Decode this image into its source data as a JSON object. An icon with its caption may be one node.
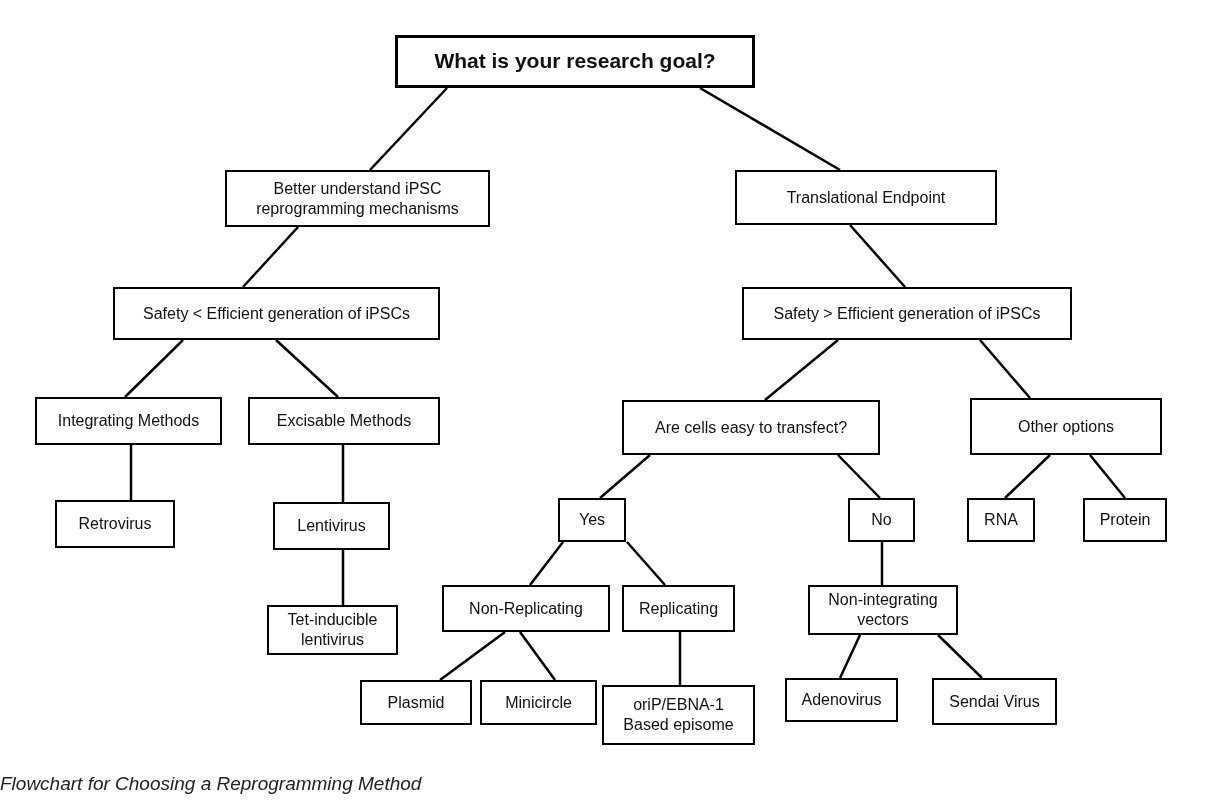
{
  "diagram": {
    "caption": "Flowchart for Choosing a Reprogramming Method",
    "nodes": [
      {
        "text": [
          "What is your research goal?"
        ]
      },
      {
        "text": [
          "Better understand iPSC reprogramming mechanisms"
        ]
      },
      {
        "text": [
          "Translational Endpoint"
        ]
      },
      {
        "text": [
          "Safety < Efficient generation of iPSCs"
        ]
      },
      {
        "text": [
          "Safety > Efficient generation of iPSCs"
        ]
      },
      {
        "text": [
          "Integrating Methods"
        ]
      },
      {
        "text": [
          "Excisable Methods"
        ]
      },
      {
        "text": [
          "Are cells easy to transfect?"
        ]
      },
      {
        "text": [
          "Other options"
        ]
      },
      {
        "text": [
          "Retrovirus"
        ]
      },
      {
        "text": [
          "Lentivirus"
        ]
      },
      {
        "text": [
          "Yes"
        ]
      },
      {
        "text": [
          "No"
        ]
      },
      {
        "text": [
          "RNA"
        ]
      },
      {
        "text": [
          "Protein"
        ]
      },
      {
        "text": [
          "Tet-inducible lentivirus"
        ]
      },
      {
        "text": [
          "Non-Replicating"
        ]
      },
      {
        "text": [
          "Replicating"
        ]
      },
      {
        "text": [
          "Non-integrating vectors"
        ]
      },
      {
        "text": [
          "Plasmid"
        ]
      },
      {
        "text": [
          "Minicircle"
        ]
      },
      {
        "text": [
          "oriP/EBNA-1 Based episome"
        ]
      },
      {
        "text": [
          "Adenovirus"
        ]
      },
      {
        "text": [
          "Sendai Virus"
        ]
      }
    ],
    "edges": [
      {
        "from": 0,
        "to": 1,
        "arrow": "none"
      },
      {
        "from": 0,
        "to": 2,
        "arrow": "none"
      },
      {
        "from": 1,
        "to": 3,
        "arrow": "none"
      },
      {
        "from": 2,
        "to": 4,
        "arrow": "none"
      },
      {
        "from": 3,
        "to": 5,
        "arrow": "none"
      },
      {
        "from": 3,
        "to": 6,
        "arrow": "none"
      },
      {
        "from": 4,
        "to": 7,
        "arrow": "none"
      },
      {
        "from": 4,
        "to": 8,
        "arrow": "none"
      },
      {
        "from": 5,
        "to": 9,
        "arrow": "none"
      },
      {
        "from": 6,
        "to": 10,
        "arrow": "none"
      },
      {
        "from": 7,
        "to": 11,
        "arrow": "none"
      },
      {
        "from": 7,
        "to": 12,
        "arrow": "none"
      },
      {
        "from": 8,
        "to": 13,
        "arrow": "none"
      },
      {
        "from": 8,
        "to": 14,
        "arrow": "none"
      },
      {
        "from": 10,
        "to": 15,
        "arrow": "none"
      },
      {
        "from": 11,
        "to": 16,
        "arrow": "none"
      },
      {
        "from": 11,
        "to": 17,
        "arrow": "none"
      },
      {
        "from": 12,
        "to": 18,
        "arrow": "none"
      },
      {
        "from": 16,
        "to": 19,
        "arrow": "none"
      },
      {
        "from": 16,
        "to": 20,
        "arrow": "none"
      },
      {
        "from": 17,
        "to": 21,
        "arrow": "none"
      },
      {
        "from": 18,
        "to": 22,
        "arrow": "none"
      },
      {
        "from": 18,
        "to": 23,
        "arrow": "none"
      }
    ]
  }
}
